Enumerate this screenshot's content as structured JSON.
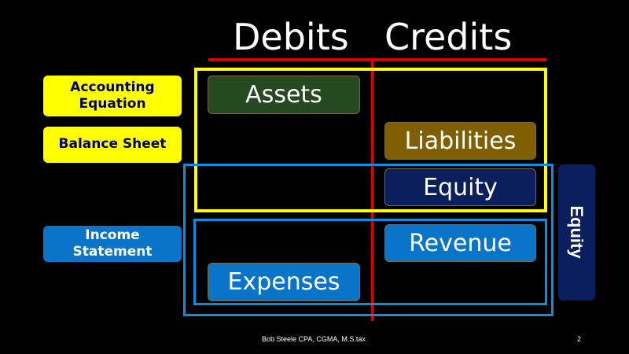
{
  "headers": {
    "debits": "Debits",
    "credits": "Credits"
  },
  "accounts": {
    "assets": "Assets",
    "liabilities": "Liabilities",
    "equity": "Equity",
    "revenue": "Revenue",
    "expenses": "Expenses"
  },
  "labels": {
    "accounting_equation": "Accounting Equation",
    "balance_sheet": "Balance Sheet",
    "income_statement": "Income Statement",
    "equity_side": "Equity"
  },
  "footer": {
    "author": "Bob Steele CPA, CGMA, M.S.tax",
    "page_number": "2"
  },
  "colors": {
    "background": "#000000",
    "t_line": "#e00000",
    "balance_sheet_frame": "#ffff00",
    "income_statement_frame": "#0a8fe0",
    "assets_fill": "#254a22",
    "liabilities_fill": "#7f5f00",
    "equity_fill": "#0a1f5c",
    "revenue_fill": "#0a74c8",
    "expenses_fill": "#0a74c8",
    "label_yellow": "#ffff00",
    "label_blue": "#0a74c8",
    "equity_side_fill": "#0b1f5e"
  }
}
